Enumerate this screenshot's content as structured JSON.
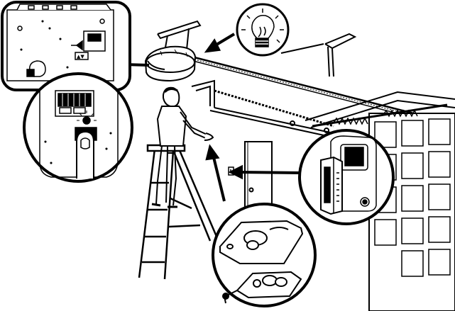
{
  "illustration": {
    "subject": "garage-door-opener-programming",
    "callouts": [
      {
        "id": "motor-unit-closeup",
        "icon": "motor-unit-icon"
      },
      {
        "id": "learn-button-closeup",
        "icon": "learn-button-icon"
      },
      {
        "id": "light-bulb-bubble",
        "icon": "light-bulb-icon"
      },
      {
        "id": "wall-control-closeup",
        "icon": "wall-control-icon"
      },
      {
        "id": "remote-controls-closeup",
        "icon": "remote-icon"
      }
    ],
    "colors": {
      "ink": "#000000",
      "paper": "#ffffff"
    }
  }
}
